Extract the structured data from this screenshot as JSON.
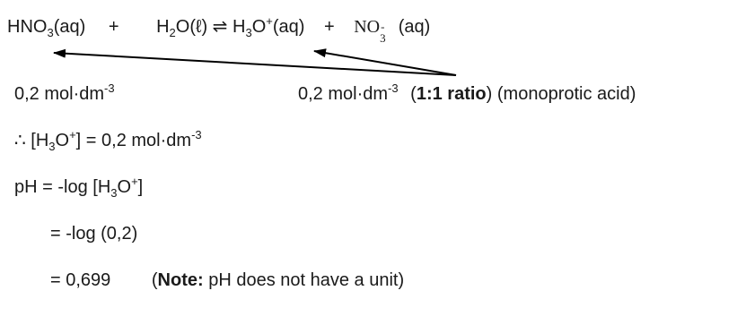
{
  "equation": {
    "hno3_base": "HNO",
    "hno3_sub": "3",
    "hno3_state": "(aq)",
    "plus1": "+",
    "h2o_h": "H",
    "h2o_sub": "2",
    "h2o_rest": "O(ℓ)",
    "equilibrium": "⇌",
    "h3o_h": "H",
    "h3o_sub": "3",
    "h3o_o": "O",
    "h3o_sup": "+",
    "h3o_state": "(aq)",
    "plus2": "+",
    "no3_base": "NO",
    "no3_sub": "3",
    "no3_sup": "-",
    "no3_state": "(aq)"
  },
  "concentration_line": {
    "left_value": "0,2 mol·dm",
    "left_exp": "-3",
    "right_value": "0,2 mol·dm",
    "right_exp": "-3",
    "ratio_open": "(",
    "ratio_bold": "1:1 ratio",
    "ratio_close": ")",
    "note": "(monoprotic acid)"
  },
  "therefore_line": {
    "prefix": "∴ [H",
    "sub": "3",
    "mid": "O",
    "sup": "+",
    "rest": "] = 0,2 mol·dm",
    "exp": "-3"
  },
  "ph_def": {
    "prefix": "pH = -log [H",
    "sub": "3",
    "mid": "O",
    "sup": "+",
    "close": "]"
  },
  "ph_step": {
    "text": "= -log (0,2)"
  },
  "ph_result": {
    "value": "= 0,699",
    "note_open": "(",
    "note_bold": "Note:",
    "note_rest": " pH does not have a unit)"
  },
  "colors": {
    "text": "#1a1a1a",
    "arrow": "#000000"
  }
}
